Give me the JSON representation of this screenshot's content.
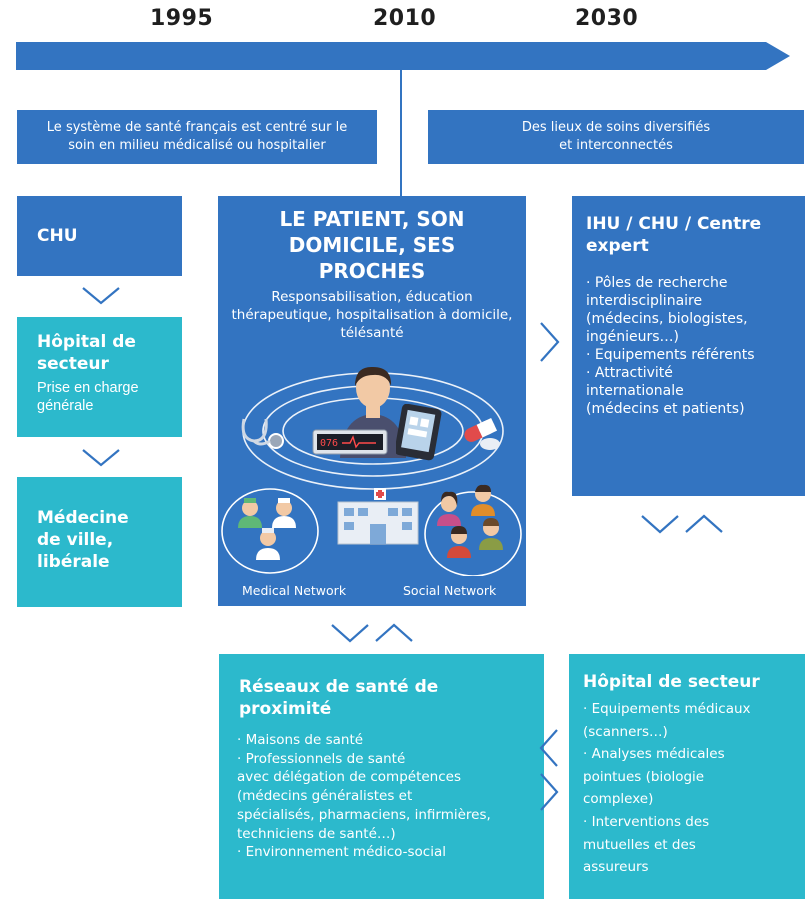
{
  "timeline": {
    "years": [
      "1995",
      "2010",
      "2030"
    ]
  },
  "banners": {
    "left": "Le système de santé français est centré sur le soin en milieu médicalisé ou hospitalier",
    "right": "Des lieux de soins diversifiés et interconnectés"
  },
  "left_column": {
    "chu": "CHU",
    "hopital_title": "Hôpital de secteur",
    "hopital_body": "Prise en charge générale",
    "medecine_title": "Médecine de ville, libérale"
  },
  "center": {
    "title": "LE PATIENT, SON DOMICILE, SES PROCHES",
    "subtitle": "Responsabilisation, éducation thérapeutique, hospitalisation à domicile, télésanté",
    "medical_network": "Medical Network",
    "social_network": "Social Network",
    "monitor_readout": "076"
  },
  "right_top": {
    "title": "IHU / CHU / Centre expert",
    "lines": [
      "· Pôles de recherche",
      "interdisciplinaire",
      "(médecins, biologistes,",
      "ingénieurs…)",
      "· Equipements référents",
      "· Attractivité",
      "internationale",
      "(médecins et patients)"
    ]
  },
  "bottom_center": {
    "title": "Réseaux de santé de proximité",
    "lines": [
      "· Maisons de santé",
      "· Professionnels de santé",
      "avec délégation de compétences",
      "(médecins généralistes et",
      "spécialisés, pharmaciens, infirmières,",
      "techniciens de santé…)",
      "· Environnement médico-social"
    ]
  },
  "bottom_right": {
    "title": "Hôpital de secteur",
    "lines": [
      "· Equipements médicaux",
      "(scanners…)",
      "· Analyses médicales",
      "pointues (biologie",
      "complexe)",
      "· Interventions des",
      "mutuelles et des",
      "assureurs"
    ]
  },
  "colors": {
    "blue": "#3374c1",
    "teal": "#2cb9cc"
  }
}
